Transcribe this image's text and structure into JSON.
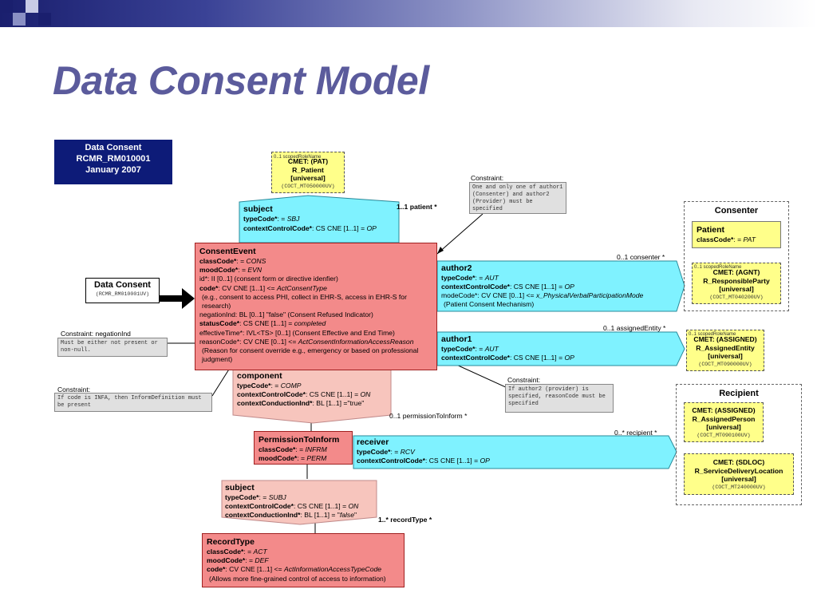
{
  "slide_title": "Data Consent Model",
  "header_box": [
    "Data Consent",
    "RCMR_RM010001",
    "January 2007"
  ],
  "data_consent_entry": {
    "name": "Data Consent",
    "code": "(RCMR_RM010001UV)"
  },
  "cmet_patient": {
    "small": "0..1 scopedRoleName",
    "head": "CMET: (PAT)",
    "name": "R_Patient",
    "scope": "[universal]",
    "code": "(COCT_MT050000UV)"
  },
  "subject_top": {
    "name": "subject",
    "l1a": "typeCode*",
    "l1b": ": = ",
    "l1c": "SBJ",
    "l2a": "contextControlCode*",
    "l2b": ": CS CNE [1..1] = ",
    "l2c": "OP"
  },
  "patient_label": "1..1 patient  *",
  "constraint_top": {
    "label": "Constraint:",
    "text": "One and only one of author1 (Consenter) and author2 (Provider) must be specified"
  },
  "consent_event": {
    "name": "ConsentEvent",
    "class_code_a": "classCode*",
    "class_code_b": ": = ",
    "class_code_c": "CONS",
    "mood_code_a": "moodCode*",
    "mood_code_b": ": = ",
    "mood_code_c": "EVN",
    "id_line": "id*: II [0..1] (consent form or directive idenfier)",
    "code_a": "code*",
    "code_b": ": CV CNE [1..1] <= ",
    "code_c": "ActConsentType",
    "code_desc": "(e.g., consent to access PHI, collect in EHR-S, access in EHR-S for research)",
    "negation": "negationInd: BL [0..1] \"false\" (Consent Refused Indicator)",
    "status_a": "statusCode*",
    "status_b": ": CS CNE [1..1] = ",
    "status_c": "completed",
    "effective": "effectiveTime*: IVL<TS> [0..1] (Consent Effective and End Time)",
    "reason_a": "reasonCode*: CV CNE [0..1] <= ",
    "reason_b": "ActConsentInformationAccessReason",
    "reason_desc": "(Reason for consent override e.g., emergency or based on professional judgment)"
  },
  "constraint_negation": {
    "label": "Constraint: negationInd",
    "text": "Must be either not present or non-null."
  },
  "constraint_code": {
    "label": "Constraint:",
    "text": "If code is INFA, then InformDefinition must be present"
  },
  "constraint_author2": {
    "label": "Constraint:",
    "text": "If author2 (provider) is specified, reasonCode must be specified"
  },
  "author2": {
    "name": "author2",
    "l1a": "typeCode*",
    "l1b": ": = ",
    "l1c": "AUT",
    "l2a": "contextControlCode*",
    "l2b": ": CS CNE [1..1] = ",
    "l2c": "OP",
    "l3a": "modeCode*: CV CNE [0..1] <= ",
    "l3b": "x_PhysicalVerbalParticipationMode",
    "l4": "(Patient Consent Mechanism)",
    "label": "0..1 consenter  *"
  },
  "author1": {
    "name": "author1",
    "l1a": "typeCode*",
    "l1b": ": = ",
    "l1c": "AUT",
    "l2a": "contextControlCode*",
    "l2b": ": CS CNE [1..1] = ",
    "l2c": "OP",
    "label": "0..1 assignedEntity  *"
  },
  "consenter_group": {
    "title": "Consenter",
    "patient": {
      "name": "Patient",
      "l1a": "classCode*",
      "l1b": ": = ",
      "l1c": "PAT"
    },
    "cmet": {
      "small": "0..1 scopedRoleName",
      "head": "CMET: (AGNT)",
      "name": "R_ResponsibleParty",
      "scope": "[universal]",
      "code": "(COCT_MT040200UV)"
    }
  },
  "cmet_assigned_entity": {
    "small": "0..1 scopedRoleName",
    "head": "CMET: (ASSIGNED)",
    "name": "R_AssignedEntity",
    "scope": "[universal]",
    "code": "(COCT_MT090000UV)"
  },
  "recipient_group": {
    "title": "Recipient",
    "cmet1": {
      "head": "CMET: (ASSIGNED)",
      "name": "R_AssignedPerson",
      "scope": "[universal]",
      "code": "(COCT_MT090100UV)"
    },
    "cmet2": {
      "head": "CMET: (SDLOC)",
      "name": "R_ServiceDeliveryLocation",
      "scope": "[universal]",
      "code": "(COCT_MT240000UV)"
    }
  },
  "component": {
    "name": "component",
    "l1a": "typeCode*",
    "l1b": ": = ",
    "l1c": "COMP",
    "l2a": "contextControlCode*",
    "l2b": ": CS CNE [1..1] = ",
    "l2c": "ON",
    "l3a": "contextConductionInd*",
    "l3b": ": BL [1..1] =\"true\"",
    "label": "0..1 permissionToInform  *"
  },
  "permission": {
    "name": "PermissionToInform",
    "l1a": "classCode*",
    "l1b": ": = ",
    "l1c": "INFRM",
    "l2a": "moodCode*",
    "l2b": ": = ",
    "l2c": "PERM"
  },
  "receiver": {
    "name": "receiver",
    "l1a": "typeCode*",
    "l1b": ": = ",
    "l1c": "RCV",
    "l2a": "contextControlCode*",
    "l2b": ": CS CNE [1..1] = ",
    "l2c": "OP",
    "label": "0..* recipient  *"
  },
  "subject_bottom": {
    "name": "subject",
    "l1a": "typeCode*",
    "l1b": ": = ",
    "l1c": "SUBJ",
    "l2a": "contextControlCode*",
    "l2b": ": CS CNE [1..1] = ",
    "l2c": "ON",
    "l3a": "contextConductionInd*",
    "l3b": ": BL [1..1] = \"",
    "l3c": "false",
    "l3d": "\"",
    "label": "1..* recordType  *"
  },
  "record_type": {
    "name": "RecordType",
    "l1a": "classCode*",
    "l1b": ": = ",
    "l1c": "ACT",
    "l2a": "moodCode*",
    "l2b": ": = ",
    "l2c": "DEF",
    "l3a": "code*",
    "l3b": ": CV CNE [1..1] <= ",
    "l3c": "ActInformationAccessTypeCode",
    "l4": "(Allows more fine-grained control of access to information)"
  },
  "colors": {
    "class_red": "#f38a8a",
    "participation_cyan": "#7ff2ff",
    "component_pink": "#f7c5bd",
    "cmet_yellow": "#ffff8a",
    "title_purple": "#5b5b9c",
    "header_navy": "#0d1b78"
  }
}
